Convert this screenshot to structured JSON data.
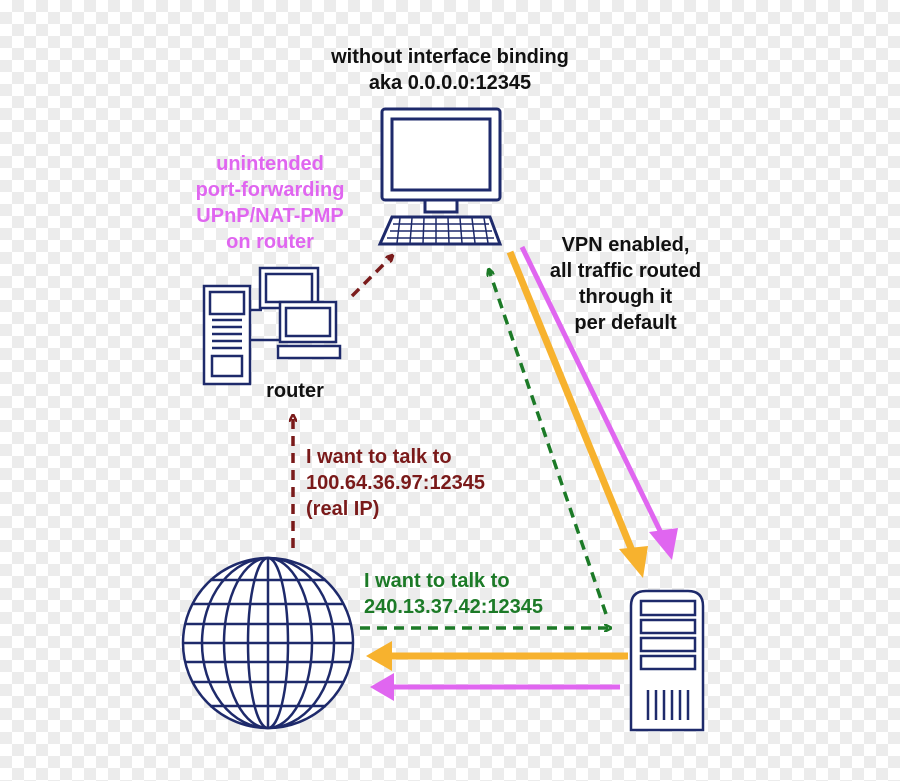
{
  "title": {
    "line1": "without interface binding",
    "line2": "aka 0.0.0.0:12345"
  },
  "upnp": {
    "lines": [
      "unintended",
      "port-forwarding",
      "UPnP/NAT-PMP",
      "on router"
    ]
  },
  "router": {
    "label": "router"
  },
  "vpn": {
    "lines": [
      "VPN enabled,",
      "all traffic routed",
      "through it",
      "per default"
    ]
  },
  "real_ip_msg": {
    "lines": [
      "I want to talk to",
      "100.64.36.97:12345",
      "(real IP)"
    ]
  },
  "vpn_ip_msg": {
    "lines": [
      "I want to talk to",
      "240.13.37.42:12345"
    ]
  },
  "colors": {
    "navy": "#1e2a6b",
    "dark_red": "#7a1a1a",
    "green": "#1c7a27",
    "orange": "#f7b22e",
    "violet": "#e066f0"
  }
}
